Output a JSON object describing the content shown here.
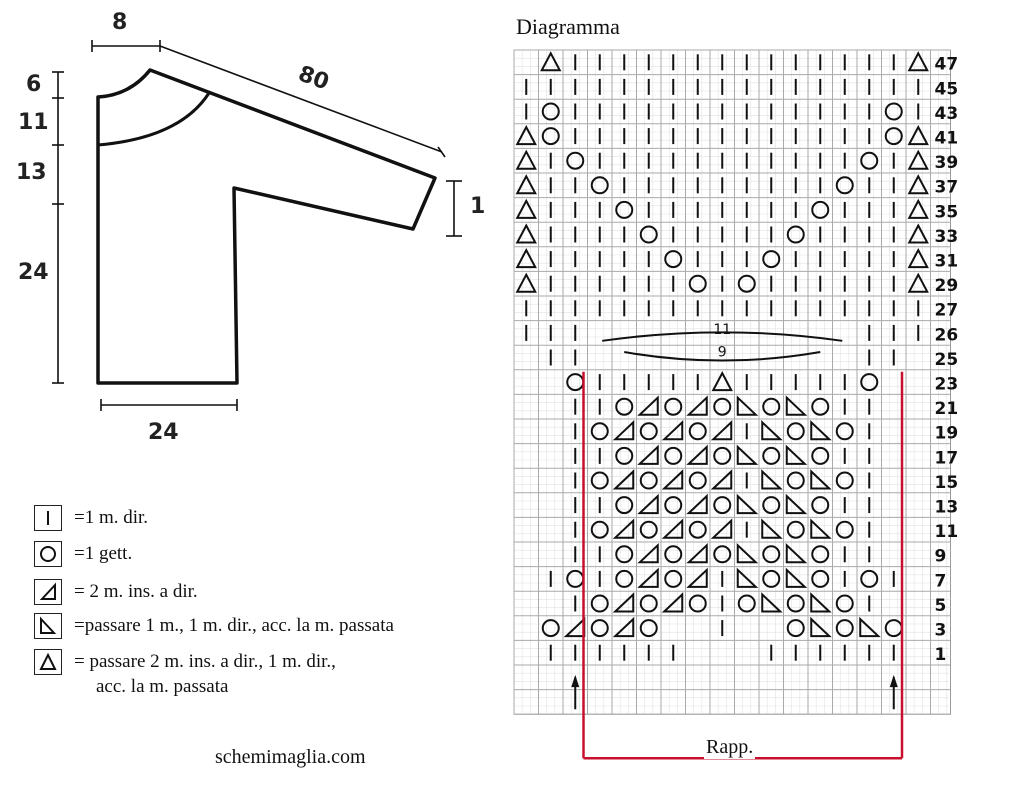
{
  "schema": {
    "dimensions": {
      "shoulder": "8",
      "sleeve": "80",
      "neck_depth": "6",
      "yoke": "11",
      "armhole": "13",
      "body_length": "24",
      "width": "24",
      "cuff": "1"
    }
  },
  "legend": [
    {
      "symbol": "knit",
      "icon": "vertical-bar-icon",
      "text": "=1 m. dir."
    },
    {
      "symbol": "yo",
      "icon": "circle-icon",
      "text": "=1 gett."
    },
    {
      "symbol": "k2tog",
      "icon": "right-slant-triangle-icon",
      "text": "= 2 m. ins. a dir."
    },
    {
      "symbol": "skpo",
      "icon": "left-slant-triangle-icon",
      "text": "=passare 1 m., 1 m. dir., acc. la m. passata"
    },
    {
      "symbol": "s2kpo",
      "icon": "triangle-icon",
      "text": "= passare 2 m. ins. a dir., 1 m. dir.,",
      "text2": "acc. la m. passata"
    }
  ],
  "chart": {
    "title": "Diagramma",
    "row_numbers": [
      "47",
      "45",
      "43",
      "41",
      "39",
      "37",
      "35",
      "33",
      "31",
      "29",
      "27",
      "26",
      "25",
      "23",
      "21",
      "19",
      "17",
      "15",
      "13",
      "11",
      "9",
      "7",
      "5",
      "3",
      "1"
    ],
    "brace_labels": [
      "11",
      "9"
    ],
    "repeat_label": "Rapp.",
    "repeat_color": "#c8102e",
    "grid": {
      "columns": 17
    }
  },
  "footer": {
    "watermark": "schemimaglia.com"
  }
}
